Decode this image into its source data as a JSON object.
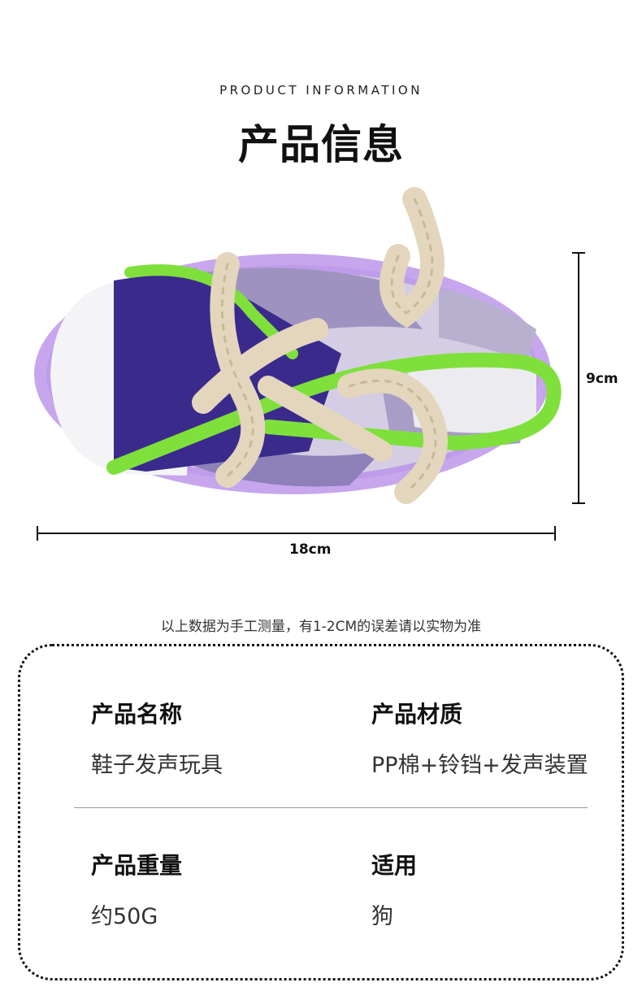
{
  "header": {
    "subtitle": "PRODUCT INFORMATION",
    "title": "产品信息"
  },
  "dimensions": {
    "height": "9cm",
    "width": "18cm"
  },
  "note": "以上数据为手工测量，有1-2CM的误差请以实物为准",
  "specs": {
    "name_label": "产品名称",
    "name_value": "鞋子发声玩具",
    "material_label": "产品材质",
    "material_value": "PP棉+铃铛+发声装置",
    "weight_label": "产品重量",
    "weight_value": "约50G",
    "suitable_label": "适用",
    "suitable_value": "狗"
  },
  "colors": {
    "canvas": "#cfc8e0",
    "navy": "#3a2a8c",
    "green": "#7fe03c",
    "lavender_trim": "#c7a6ee",
    "rope": "#e3d6bd",
    "white_toe": "#f4f4f6"
  }
}
